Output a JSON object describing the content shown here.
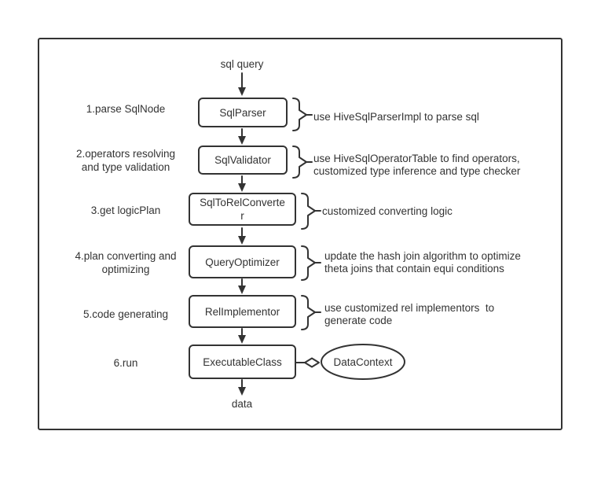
{
  "diagram": {
    "source_label": "sql query",
    "sink_label": "data",
    "data_context_label": "DataContext",
    "steps": [
      {
        "label": "1.parse SqlNode",
        "box": "SqlParser",
        "note": "use HiveSqlParserImpl to parse sql"
      },
      {
        "label": "2.operators resolving\nand type validation",
        "box": "SqlValidator",
        "note": "use HiveSqlOperatorTable to find operators,\ncustomized type inference and type checker"
      },
      {
        "label": "3.get logicPlan",
        "box": "SqlToRelConverte\nr",
        "note": "customized converting logic"
      },
      {
        "label": "4.plan converting and\noptimizing",
        "box": "QueryOptimizer",
        "note": "update the hash join algorithm to optimize\ntheta joins that contain equi conditions"
      },
      {
        "label": "5.code generating",
        "box": "RelImplementor",
        "note": "use customized rel implementors  to\ngenerate code"
      },
      {
        "label": "6.run",
        "box": "ExecutableClass"
      }
    ],
    "colors": {
      "stroke": "#333333",
      "text": "#333333",
      "background": "#ffffff"
    }
  }
}
